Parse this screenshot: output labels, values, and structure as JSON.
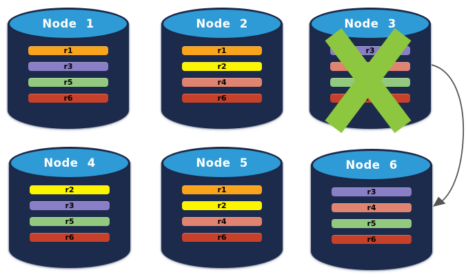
{
  "canvas": {
    "background": "#FFFFFF"
  },
  "colors": {
    "replica_r1": "#FAA41B",
    "replica_r2": "#FCF500",
    "replica_r3": "#8A7EC6",
    "replica_r4": "#E08370",
    "replica_r5": "#92C97F",
    "replica_r6": "#C7402A",
    "cylinder_body": "#1C2A4C",
    "cylinder_top": "#2E9BD6",
    "node_label_text": "#FFFFFF",
    "replica_label_text": "#000000",
    "x_mark": "#8DC63F",
    "arrow": "#555555"
  },
  "nodes": [
    {
      "name": "Node 1",
      "failed": false,
      "replicas": [
        {
          "label": "r1",
          "color": "#FAA41B"
        },
        {
          "label": "r3",
          "color": "#8A7EC6"
        },
        {
          "label": "r5",
          "color": "#92C97F"
        },
        {
          "label": "r6",
          "color": "#C7402A"
        }
      ]
    },
    {
      "name": "Node 2",
      "failed": false,
      "replicas": [
        {
          "label": "r1",
          "color": "#FAA41B"
        },
        {
          "label": "r2",
          "color": "#FCF500"
        },
        {
          "label": "r4",
          "color": "#E08370"
        },
        {
          "label": "r6",
          "color": "#C7402A"
        }
      ]
    },
    {
      "name": "Node 3",
      "failed": true,
      "replicas": [
        {
          "label": "r3",
          "color": "#8A7EC6"
        },
        {
          "label": "r4",
          "color": "#E08370"
        },
        {
          "label": "r5",
          "color": "#92C97F"
        },
        {
          "label": "r6",
          "color": "#C7402A"
        }
      ]
    },
    {
      "name": "Node 4",
      "failed": false,
      "replicas": [
        {
          "label": "r2",
          "color": "#FCF500"
        },
        {
          "label": "r3",
          "color": "#8A7EC6"
        },
        {
          "label": "r5",
          "color": "#92C97F"
        },
        {
          "label": "r6",
          "color": "#C7402A"
        }
      ]
    },
    {
      "name": "Node 5",
      "failed": false,
      "replicas": [
        {
          "label": "r1",
          "color": "#FAA41B"
        },
        {
          "label": "r2",
          "color": "#FCF500"
        },
        {
          "label": "r4",
          "color": "#E08370"
        },
        {
          "label": "r6",
          "color": "#C7402A"
        }
      ]
    },
    {
      "name": "Node 6",
      "failed": false,
      "replicas": [
        {
          "label": "r3",
          "color": "#8A7EC6"
        },
        {
          "label": "r4",
          "color": "#E08370"
        },
        {
          "label": "r5",
          "color": "#92C97F"
        },
        {
          "label": "r6",
          "color": "#C7402A"
        }
      ]
    }
  ],
  "arrow": {
    "from": "Node 3",
    "to": "Node 6",
    "color": "#555555"
  }
}
